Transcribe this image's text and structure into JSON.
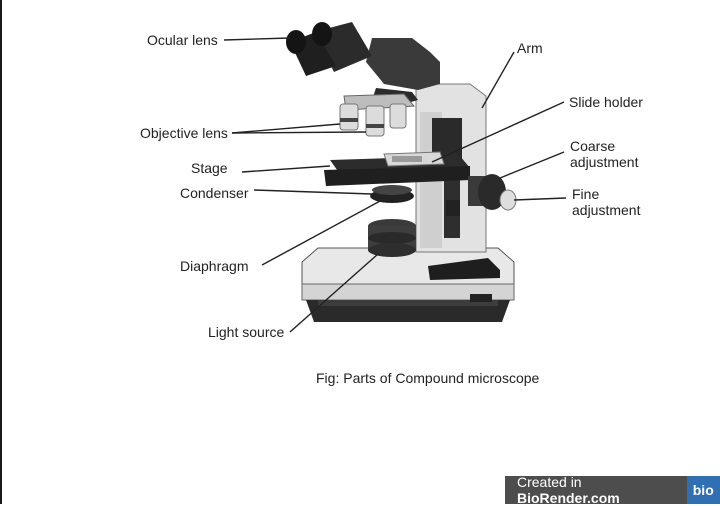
{
  "labels": {
    "ocular": "Ocular lens",
    "objective": "Objective lens",
    "stage": "Stage",
    "condenser": "Condenser",
    "diaphragm": "Diaphragm",
    "light_source": "Light source",
    "arm": "Arm",
    "slide_holder": "Slide holder",
    "coarse_line1": "Coarse",
    "coarse_line2": "adjustment",
    "fine_line1": "Fine",
    "fine_line2": "adjustment"
  },
  "caption": "Fig: Parts of Compound microscope",
  "badge": {
    "prefix": "Created in ",
    "brand": "BioRender.com",
    "logo": "bio"
  },
  "colors": {
    "dark_body": "#2d2d2d",
    "light_body": "#e6e6e6",
    "line": "#222222",
    "badge_bg": "#4d4d4d",
    "logo_bg": "#2f6fb4"
  }
}
